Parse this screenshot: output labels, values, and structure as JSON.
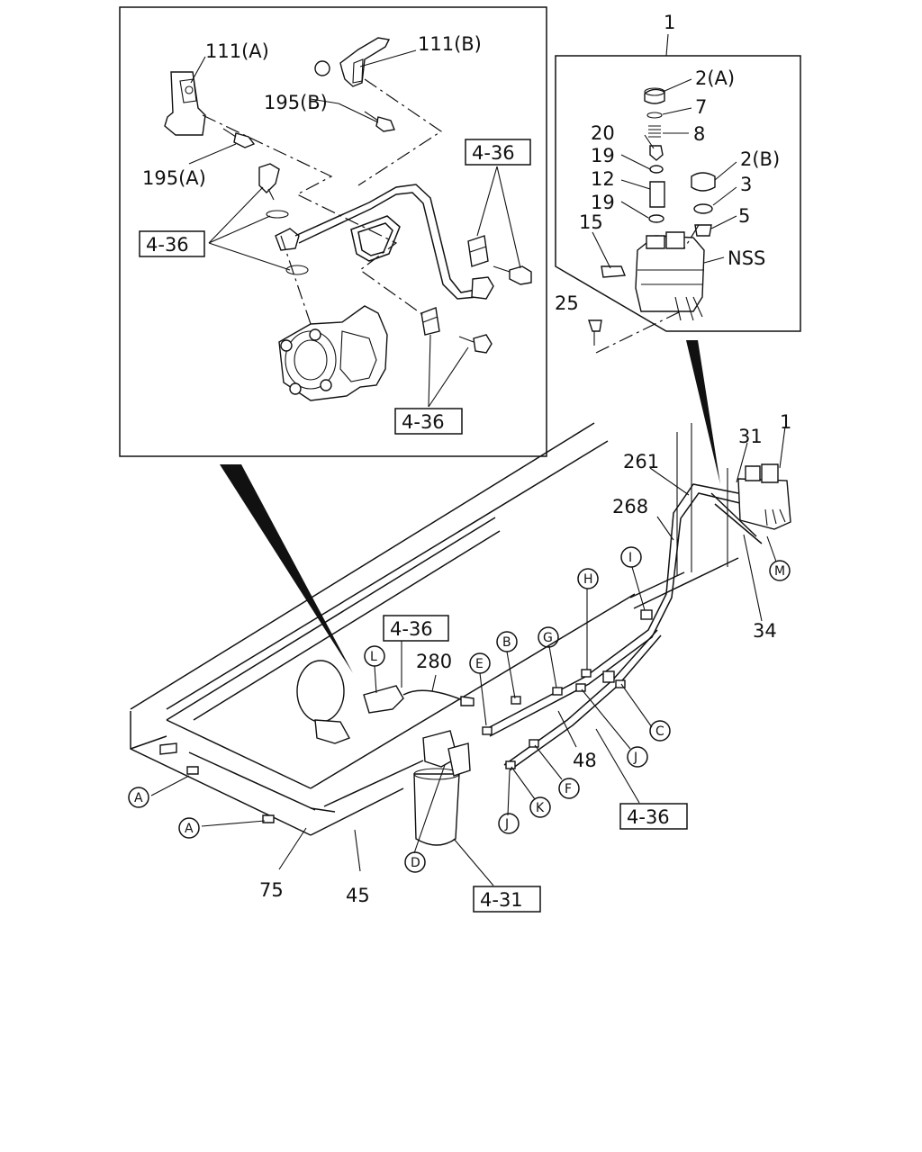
{
  "labels": {
    "p111a": "111(A)",
    "p111b": "111(B)",
    "p195b": "195(B)",
    "p195a": "195(A)",
    "ref436": "4-36",
    "ref431": "4-31",
    "p1": "1",
    "p2a": "2(A)",
    "p7": "7",
    "p8": "8",
    "p20": "20",
    "p19": "19",
    "p2b": "2(B)",
    "p12": "12",
    "p3": "3",
    "p5": "5",
    "p15": "15",
    "nss": "NSS",
    "p25": "25",
    "p31": "31",
    "p261": "261",
    "p268": "268",
    "p34": "34",
    "p280": "280",
    "p48": "48",
    "p75": "75",
    "p45": "45"
  },
  "callouts": {
    "A": "A",
    "B": "B",
    "C": "C",
    "D": "D",
    "E": "E",
    "F": "F",
    "G": "G",
    "H": "H",
    "I": "I",
    "J": "J",
    "K": "K",
    "L": "L",
    "M": "M"
  }
}
